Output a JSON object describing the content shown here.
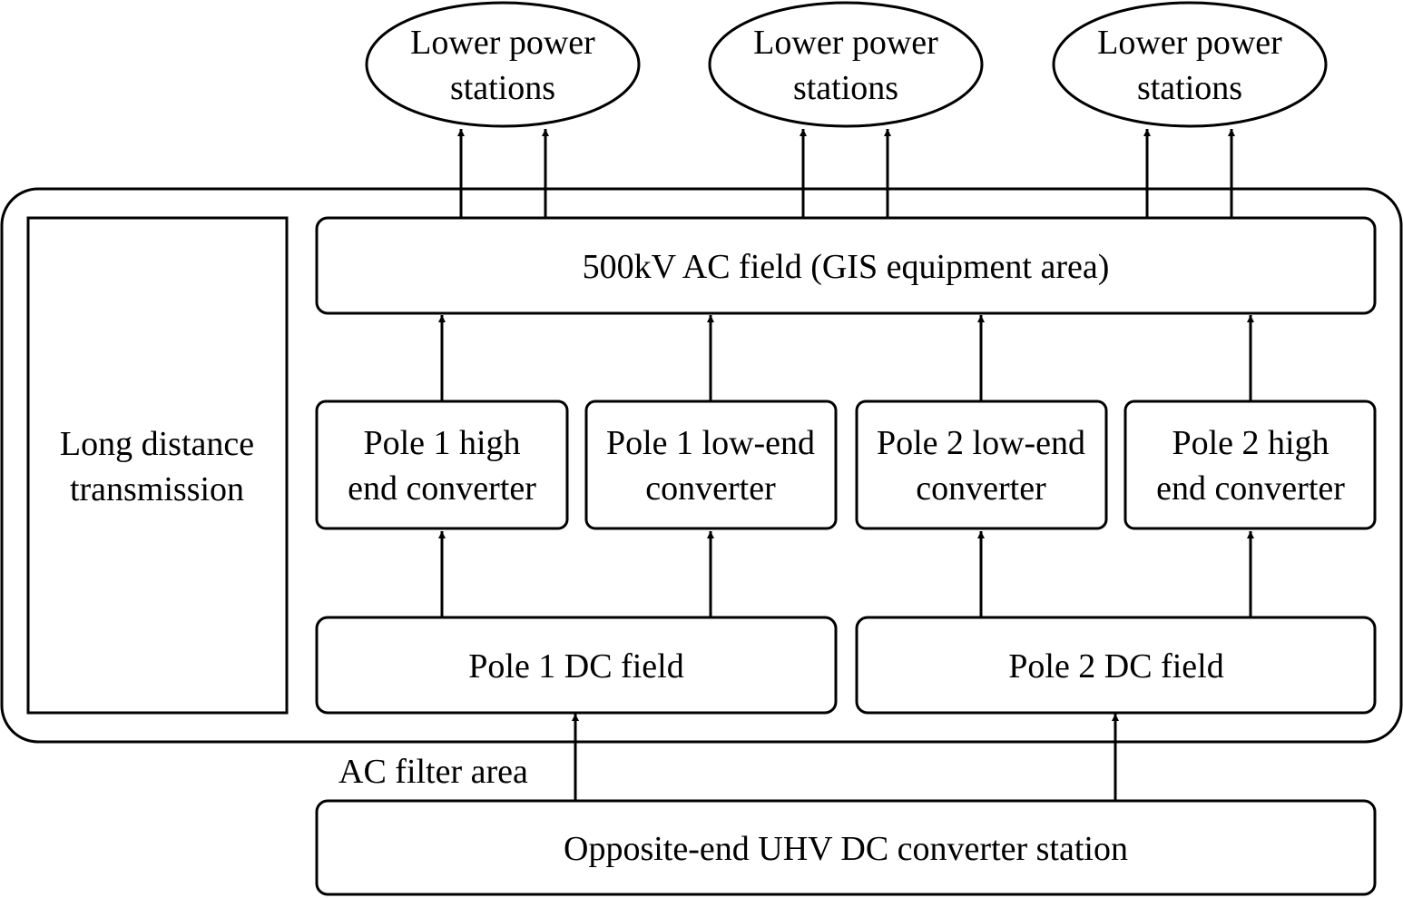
{
  "nodes": {
    "lps1": {
      "line1": "Lower power",
      "line2": "stations"
    },
    "lps2": {
      "line1": "Lower power",
      "line2": "stations"
    },
    "lps3": {
      "line1": "Lower power",
      "line2": "stations"
    },
    "ac_field": {
      "label": "500kV AC field (GIS equipment area)"
    },
    "long_distance": {
      "line1": "Long distance",
      "line2": "transmission"
    },
    "p1_high": {
      "line1": "Pole 1 high",
      "line2": "end converter"
    },
    "p1_low": {
      "line1": "Pole 1 low-end",
      "line2": "converter"
    },
    "p2_low": {
      "line1": "Pole 2 low-end",
      "line2": "converter"
    },
    "p2_high": {
      "line1": "Pole 2 high",
      "line2": "end converter"
    },
    "p1_dc": {
      "label": "Pole 1 DC field"
    },
    "p2_dc": {
      "label": "Pole 2 DC field"
    },
    "filter": {
      "label": "AC filter area"
    },
    "uhv": {
      "label": "Opposite-end UHV DC converter station"
    }
  },
  "edges": [
    {
      "from": "uhv",
      "to": "p1_dc"
    },
    {
      "from": "uhv",
      "to": "p2_dc"
    },
    {
      "from": "p1_dc",
      "to": "p1_high"
    },
    {
      "from": "p1_dc",
      "to": "p1_low"
    },
    {
      "from": "p2_dc",
      "to": "p2_low"
    },
    {
      "from": "p2_dc",
      "to": "p2_high"
    },
    {
      "from": "p1_high",
      "to": "ac_field"
    },
    {
      "from": "p1_low",
      "to": "ac_field"
    },
    {
      "from": "p2_low",
      "to": "ac_field"
    },
    {
      "from": "p2_high",
      "to": "ac_field"
    },
    {
      "from": "ac_field",
      "to": "lps1"
    },
    {
      "from": "ac_field",
      "to": "lps1"
    },
    {
      "from": "ac_field",
      "to": "lps2"
    },
    {
      "from": "ac_field",
      "to": "lps2"
    },
    {
      "from": "ac_field",
      "to": "lps3"
    },
    {
      "from": "ac_field",
      "to": "lps3"
    }
  ]
}
